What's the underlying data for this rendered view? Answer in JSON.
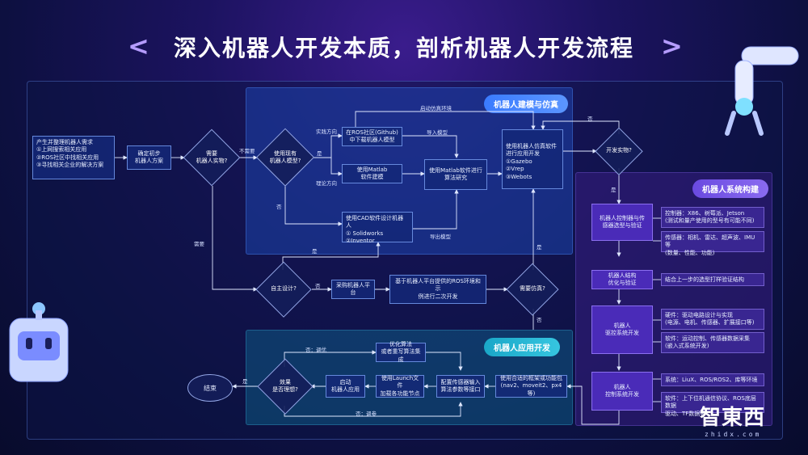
{
  "title": "深入机器人开发本质，剖析机器人开发流程",
  "chev_left": "<",
  "chev_right": ">",
  "panels": {
    "model": "机器人建模与仿真",
    "app": "机器人应用开发",
    "sys": "机器人系统构建"
  },
  "nodes": {
    "start": "产生并整理机器人需求\n①上网搜索相关应用\n②ROS社区中找相关应用\n③寻找相关企业的解决方案",
    "plan": "确定初步\n机器人方案",
    "need_real": "需要\n机器人实物?",
    "use_model": "使用现有\n机器人模型?",
    "ros_model": "在ROS社区(Github)\n中下载机器人模型",
    "matlab_model": "使用Matlab\n软件建模",
    "matlab_algo": "使用Matlab软件进行\n算法研究",
    "sim": "使用机器人仿真软件\n进行应用开发\n①Gazebo\n②Vrep\n③Webots",
    "cad": "使用CAD软件设计机器人\n① Solidworks\n②Inventor",
    "dev_real": "开发实物?",
    "self_design": "自主设计?",
    "buy": "采购机器人平台",
    "ros_env": "基于机器人平台提供的ROS环境和示\n例进行二次开发",
    "need_sim": "需要仿真?",
    "framework": "使用合适的框架或功能包\n(nav2、moveit2、px4等)",
    "config": "配置传感器输入\n算法参数等接口",
    "launch": "使用Launch文件\n加载各功能节点",
    "start_app": "启动\n机器人应用",
    "effect": "效果\n是否理想?",
    "end": "结束",
    "optimize": "优化算法\n或者重写算法集成",
    "controller": "机器人控制器与传\n感器选型与验证",
    "structure": "机器人结构\n优化与验证",
    "driver": "机器人\n驱控系统开发",
    "control_sys": "机器人\n控制系统开发",
    "note_ctrl": "控制器：X86、树莓派、Jetson\n(测试和量产使用的型号有可能不同)",
    "note_sensor": "传感器：相机、雷达、超声波、IMU等\n(数量、性能、功能)",
    "note_struct": "结合上一步的选型打样验证结构",
    "note_hw": "硬件：驱动电路设计与实现\n(电源、电机、传感器、扩展接口等)",
    "note_sw": "软件：运动控制、传感器数据采集\n(嵌入式系统开发)",
    "note_sys": "系统：LiuX、ROS/ROS2、库等环境",
    "note_sw2": "软件：上下位机通信协议、ROS底层数据\n驱动、TF数据等"
  },
  "labels": {
    "no_need": "不需要",
    "yes": "是",
    "no": "否",
    "practice": "实践方向",
    "theory": "理论方向",
    "import_model": "导入模型",
    "export_model": "导出模型",
    "launch_env": "启动仿真环境",
    "need": "需要",
    "no_tune": "否：调优",
    "no_param": "否：调参"
  },
  "logo": "智東西",
  "logo_sub": "zhidx.com"
}
